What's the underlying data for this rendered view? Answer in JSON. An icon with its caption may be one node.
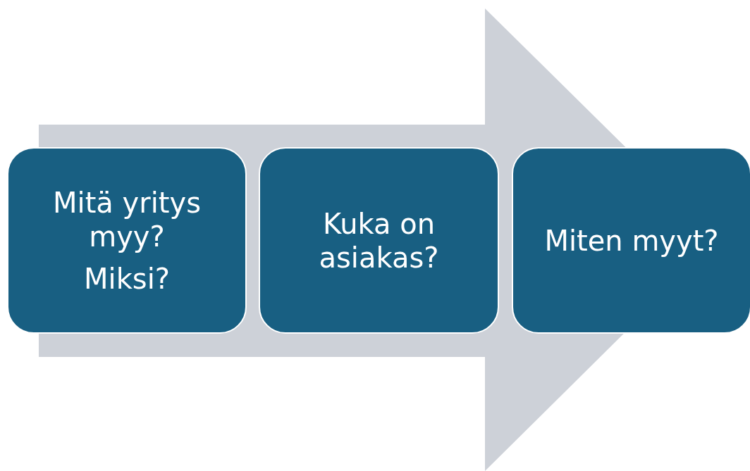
{
  "diagram": {
    "nodes": [
      {
        "text": [
          "Mitä yritys myy?",
          "Miksi?"
        ]
      },
      {
        "text": [
          "Kuka on asiakas?"
        ]
      },
      {
        "text": [
          "Miten myyt?"
        ]
      }
    ],
    "edges": [
      {
        "from": 0,
        "to": 2,
        "arrow": "to"
      }
    ]
  }
}
